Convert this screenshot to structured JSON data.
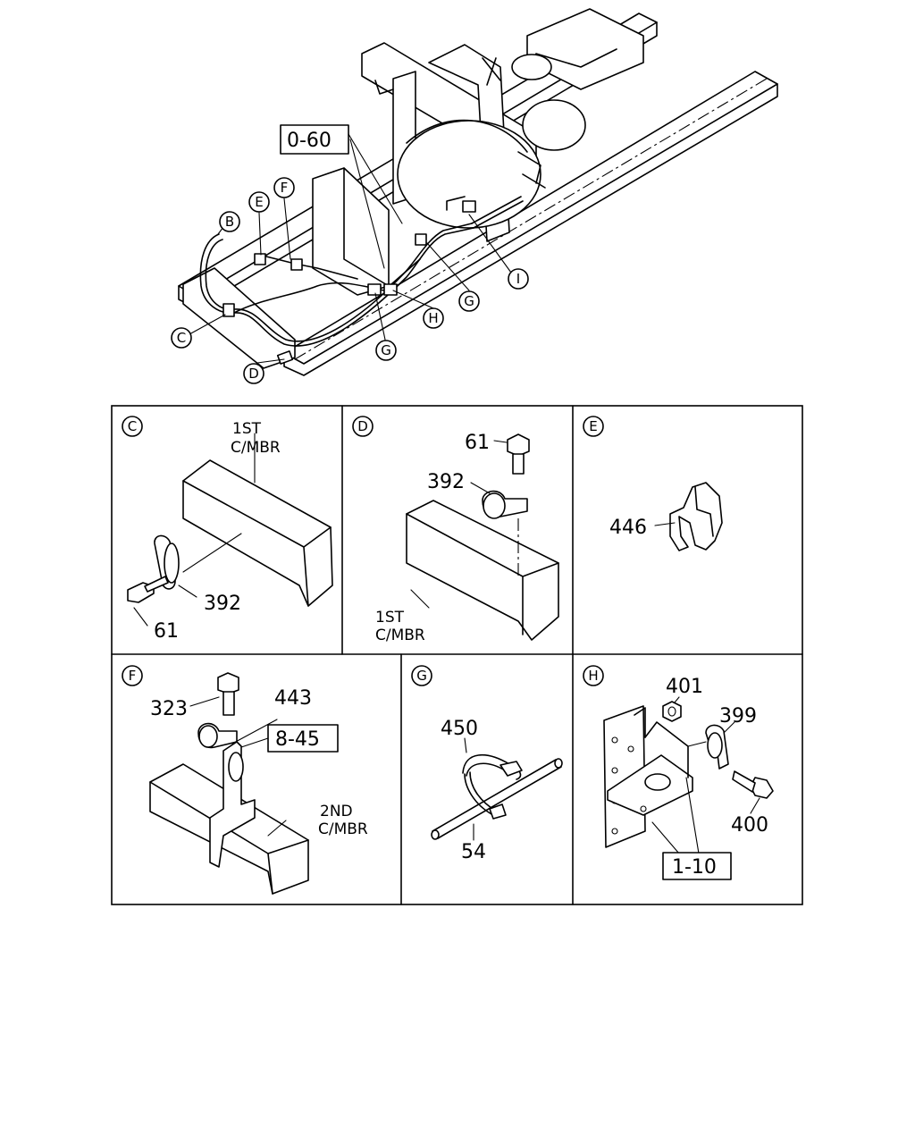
{
  "overview": {
    "ref_box": "0-60",
    "callouts": [
      "B",
      "C",
      "D",
      "E",
      "F",
      "G",
      "G",
      "H",
      "I"
    ]
  },
  "panels": {
    "C": {
      "letter": "C",
      "member_label": [
        "1ST",
        "C/MBR"
      ],
      "parts": [
        "392",
        "61"
      ]
    },
    "D": {
      "letter": "D",
      "member_label": [
        "1ST",
        "C/MBR"
      ],
      "parts": [
        "61",
        "392"
      ]
    },
    "E": {
      "letter": "E",
      "parts": [
        "446"
      ]
    },
    "F": {
      "letter": "F",
      "member_label": [
        "2ND",
        "C/MBR"
      ],
      "parts": [
        "323",
        "443"
      ],
      "ref_box": "8-45"
    },
    "G": {
      "letter": "G",
      "parts": [
        "450",
        "54"
      ]
    },
    "H": {
      "letter": "H",
      "parts": [
        "401",
        "399",
        "400"
      ],
      "ref_box": "1-10"
    }
  }
}
